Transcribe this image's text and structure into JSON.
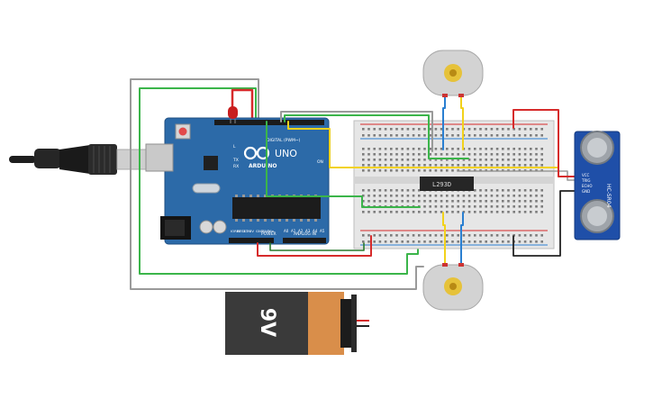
{
  "arduino": {
    "brand": "ARDUINO",
    "model": "UNO",
    "digital_label": "DIGITAL (PWM~)",
    "power_label": "POWER",
    "analog_label": "ANALOG IN",
    "on_label": "ON",
    "tx_label": "TX",
    "rx_label": "RX",
    "l_label": "L",
    "power_pins": [
      "IOREF",
      "RESET",
      "3.3V",
      "5V",
      "GND",
      "GND",
      "Vin"
    ],
    "analog_pins": [
      "A0",
      "A1",
      "A2",
      "A3",
      "A4",
      "A5"
    ]
  },
  "driver_chip": {
    "label": "L293D"
  },
  "battery": {
    "label": "9V",
    "color_body": "#3a3a3a",
    "color_cap": "#d98e4a"
  },
  "sensor": {
    "label": "HC-SR04",
    "pins": [
      "VCC",
      "TRIG",
      "ECHO",
      "GND"
    ]
  },
  "motor_top": {
    "name": "DC motor"
  },
  "motor_bottom": {
    "name": "DC motor"
  },
  "colors": {
    "wire_green": "#3bb54a",
    "wire_gray": "#9a9a9a",
    "wire_red": "#d62b2b",
    "wire_yellow": "#f2d21b",
    "wire_blue": "#2a7fd1",
    "wire_black": "#222222",
    "board_blue": "#2c6aa8",
    "sensor_blue": "#1f4fa8"
  }
}
